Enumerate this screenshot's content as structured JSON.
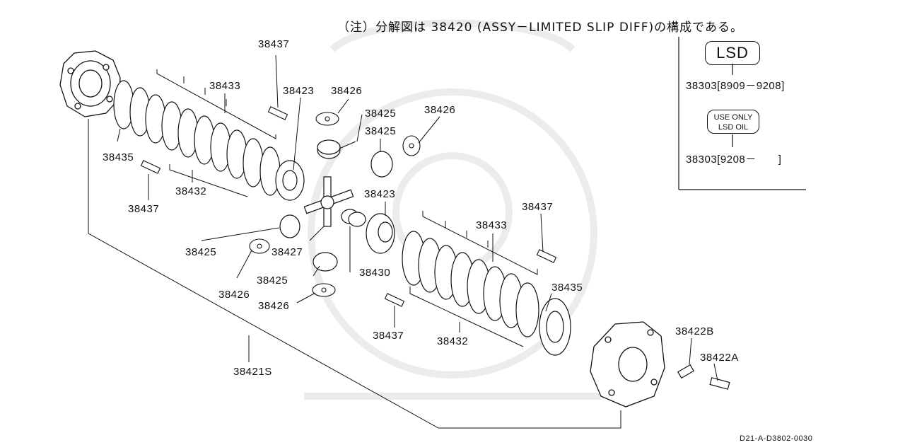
{
  "note": "（注）分解図は 38420 (ASSY－LIMITED SLIP DIFF)の構成である。",
  "legend": {
    "lsd_badge": "LSD",
    "lsd_part": "38303[8909－9208]",
    "oil_badge_line1": "USE ONLY",
    "oil_badge_line2": "LSD OIL",
    "oil_part": "38303[9208－　　]"
  },
  "labels": {
    "p38437_top": "38437",
    "p38433_left": "38433",
    "p38423_top": "38423",
    "p38426_a": "38426",
    "p38425_a": "38425",
    "p38426_b": "38426",
    "p38425_b": "38425",
    "p38435_left": "38435",
    "p38432_left": "38432",
    "p38437_left": "38437",
    "p38423_mid": "38423",
    "p38437_right": "38437",
    "p38433_right": "38433",
    "p38425_c": "38425",
    "p38427": "38427",
    "p38425_d": "38425",
    "p38430": "38430",
    "p38426_c": "38426",
    "p38426_d": "38426",
    "p38435_right": "38435",
    "p38437_bottom": "38437",
    "p38432_right": "38432",
    "p38421s": "38421S",
    "p38422b": "38422B",
    "p38422a": "38422A"
  },
  "footer_code": "D21-A-D3802-0030"
}
